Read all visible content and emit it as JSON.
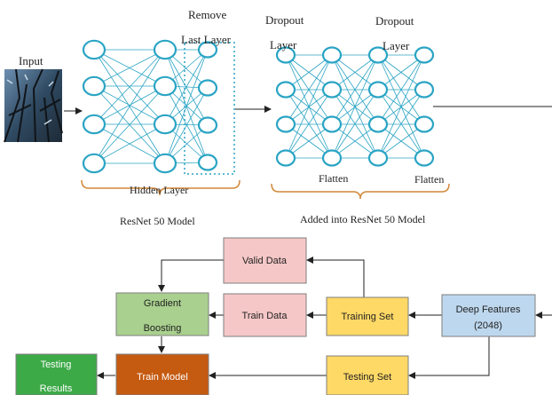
{
  "top": {
    "input_label": "Input",
    "remove_line1": "Remove",
    "remove_line2": "Last Layer",
    "dropout1_line1": "Dropout",
    "dropout1_line2": "Layer",
    "dropout2_line1": "Dropout",
    "dropout2_line2": "Layer",
    "hidden_layer": "Hidden Layer",
    "flatten1": "Flatten",
    "flatten2": "Flatten",
    "resnet_caption": "ResNet 50 Model",
    "added_caption": "Added into ResNet 50 Model"
  },
  "bottom": {
    "valid_data": "Valid Data",
    "gradient_line1": "Gradient",
    "gradient_line2": "Boosting",
    "train_data": "Train Data",
    "training_set": "Training Set",
    "deep_line1": "Deep Features",
    "deep_line2": "(2048)",
    "testing_results_line1": "Testing",
    "testing_results_line2": "Results",
    "train_model": "Train Model",
    "testing_set": "Testing Set"
  },
  "colors": {
    "network": "#2aa4c4",
    "bracket": "#d2873a",
    "valid_fill": "#f6c7c7",
    "gradient_fill": "#a9d08e",
    "train_data_fill": "#f6c7c7",
    "training_set_fill": "#ffd966",
    "deep_features_fill": "#bdd7ee",
    "testing_results_fill": "#3daa48",
    "train_model_fill": "#c55a11",
    "testing_set_fill": "#ffd966"
  }
}
